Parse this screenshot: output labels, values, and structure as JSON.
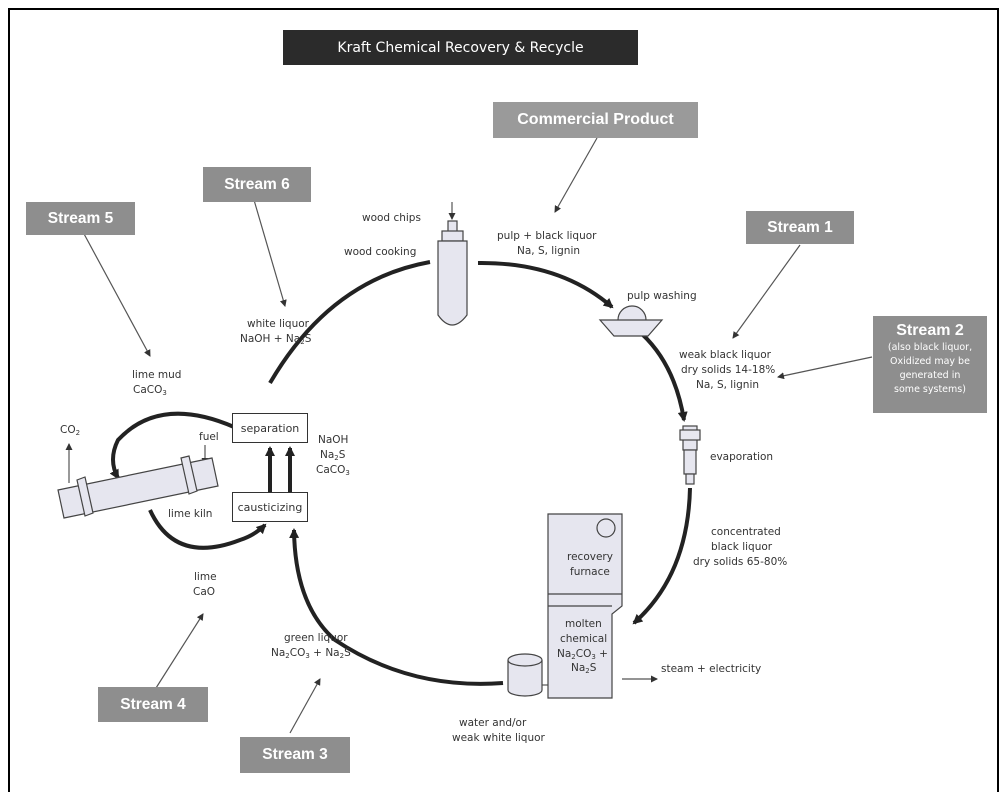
{
  "title": "Kraft Chemical Recovery & Recycle",
  "streams": {
    "commercial_product": "Commercial Product",
    "s1": "Stream 1",
    "s2_head": "Stream 2",
    "s2_body": [
      "(also black liquor,",
      "Oxidized may be",
      "generated in",
      "some systems)"
    ],
    "s3": "Stream 3",
    "s4": "Stream 4",
    "s5": "Stream 5",
    "s6": "Stream 6"
  },
  "labels": {
    "wood_chips": "wood chips",
    "wood_cooking": "wood cooking",
    "pulp_black_liquor": "pulp + black liquor",
    "na_s_lignin": "Na, S, lignin",
    "pulp_washing": "pulp washing",
    "weak_black_liquor": "weak black liquor",
    "dry_solids_14_18": "dry solids 14-18%",
    "na_s_lignin_2": "Na, S, lignin",
    "evaporation": "evaporation",
    "concentrated": "concentrated",
    "black_liquor": "black liquor",
    "dry_solids_65_80": "dry solids 65-80%",
    "recovery": "recovery",
    "furnace": "furnace",
    "molten": "molten",
    "chemical": "chemical",
    "steam_electricity": "steam + electricity",
    "water_and_or": "water and/or",
    "weak_white_liquor": "weak white liquor",
    "green_liquor": "green liquor",
    "lime": "lime",
    "cao": "CaO",
    "lime_kiln": "lime kiln",
    "fuel": "fuel",
    "co2": "CO",
    "lime_mud": "lime mud",
    "caco3": "CaCO",
    "white_liquor": "white liquor",
    "separation": "separation",
    "causticizing": "causticizing",
    "naoh": "NaOH",
    "na2s": "Na",
    "caco3_2": "CaCO"
  }
}
